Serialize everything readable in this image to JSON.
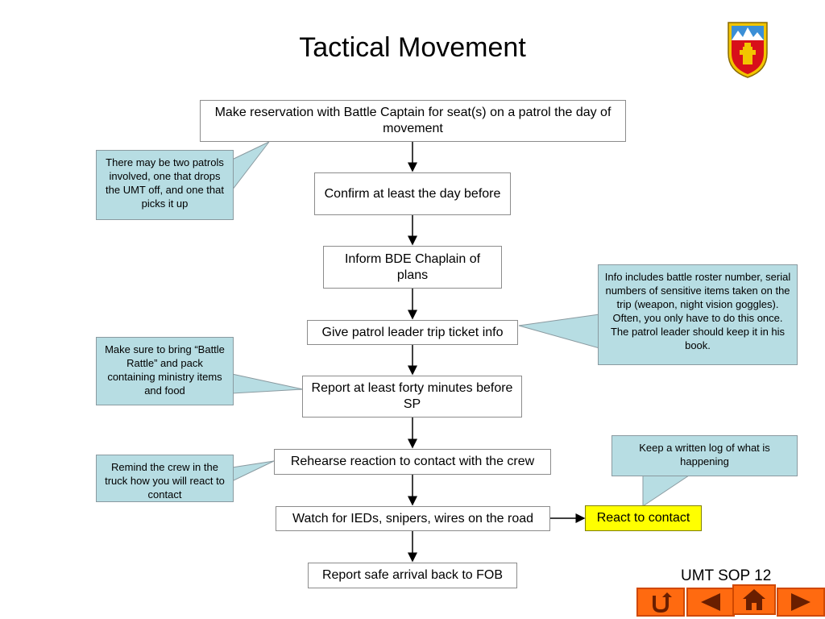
{
  "title": "Tactical Movement",
  "steps": [
    "Make reservation with Battle Captain for seat(s) on a patrol the day of movement",
    "Confirm at least the day before",
    "Inform BDE Chaplain of plans",
    "Give patrol leader trip ticket info",
    "Report at least forty minutes before SP",
    "Rehearse reaction to contact with the crew",
    "Watch for IEDs, snipers, wires on the road",
    "Report safe arrival back to FOB"
  ],
  "react_box": "React to contact",
  "callouts": {
    "two_patrols": "There may be two patrols involved, one that drops the UMT off, and one that picks it up",
    "info_includes": "Info includes battle roster number, serial numbers of sensitive items taken on the trip (weapon, night vision goggles). Often, you only have to do this once. The patrol leader should keep it in his book.",
    "battle_rattle": "Make sure to bring “Battle Rattle” and pack containing ministry items and food",
    "remind_crew": "Remind the crew in the truck how you will react to contact",
    "written_log": "Keep a written log of what is happening"
  },
  "footer": "UMT SOP 12",
  "nav": {
    "buttons": [
      "return-icon",
      "back-icon",
      "home-icon",
      "forward-icon"
    ]
  },
  "colors": {
    "callout": "#b7dde3",
    "react": "#ffff00",
    "nav": "#ff6a10"
  }
}
